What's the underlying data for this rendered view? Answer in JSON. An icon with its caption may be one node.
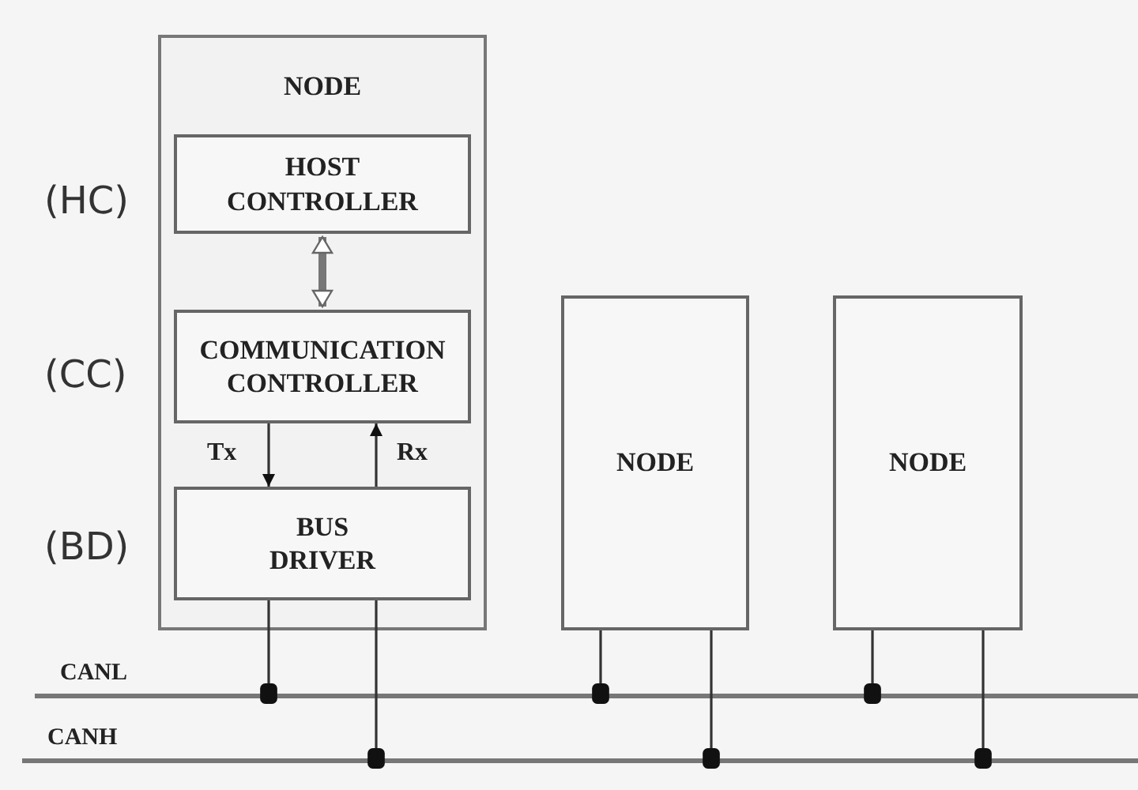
{
  "diagram": {
    "nodes": [
      {
        "text": [
          "NODE"
        ]
      },
      {
        "text": [
          "HOST CONTROLLER"
        ],
        "in": 0
      },
      {
        "text": [
          "COMMUNICATION CONTROLLER"
        ],
        "in": 0
      },
      {
        "text": [
          "BUS DRIVER"
        ],
        "in": 0
      },
      {
        "text": [
          "NODE"
        ]
      },
      {
        "text": [
          "NODE"
        ]
      },
      {
        "text": [
          "CANL"
        ]
      },
      {
        "text": [
          "CANH"
        ]
      }
    ],
    "edges": [
      {
        "from": 1,
        "to": 2,
        "arrow": "both",
        "style": "thick"
      },
      {
        "from": 2,
        "to": 3,
        "arrow": "to",
        "label": "Tx"
      },
      {
        "from": 3,
        "to": 2,
        "arrow": "to",
        "label": "Rx"
      },
      {
        "from": 3,
        "to": 6,
        "arrow": "other"
      },
      {
        "from": 3,
        "to": 7,
        "arrow": "other"
      },
      {
        "from": 4,
        "to": 6,
        "arrow": "other"
      },
      {
        "from": 4,
        "to": 7,
        "arrow": "other"
      },
      {
        "from": 5,
        "to": 6,
        "arrow": "other"
      },
      {
        "from": 5,
        "to": 7,
        "arrow": "other"
      }
    ],
    "labels": [
      "(HC)",
      "(CC)",
      "(BD)"
    ]
  }
}
